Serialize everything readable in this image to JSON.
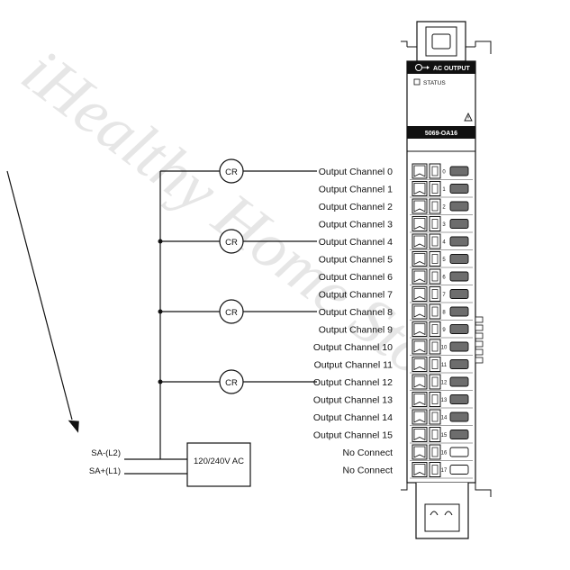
{
  "watermark": "iHealthy Home Store",
  "module": {
    "header_title": "AC OUTPUT",
    "status_label": "STATUS",
    "model": "5069-OA16",
    "terminal_numbers": [
      "0",
      "1",
      "2",
      "3",
      "4",
      "5",
      "6",
      "7",
      "8",
      "9",
      "10",
      "11",
      "12",
      "13",
      "14",
      "15",
      "16",
      "17"
    ]
  },
  "channels": [
    "Output Channel 0",
    "Output Channel 1",
    "Output Channel 2",
    "Output Channel 3",
    "Output Channel 4",
    "Output Channel 5",
    "Output Channel 6",
    "Output Channel 7",
    "Output Channel 8",
    "Output Channel 9",
    "Output Channel 10",
    "Output Channel 11",
    "Output Channel 12",
    "Output Channel 13",
    "Output Channel 14",
    "Output Channel 15",
    "No Connect",
    "No Connect"
  ],
  "relay_label": "CR",
  "power_supply": "120/240V AC",
  "sa_minus": "SA-(L2)",
  "sa_plus": "SA+(L1)"
}
